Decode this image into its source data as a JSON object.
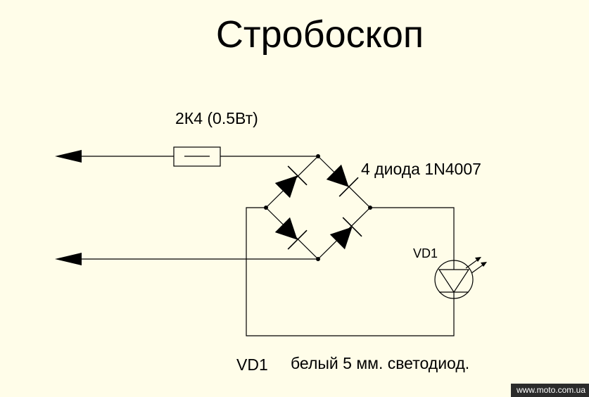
{
  "title": "Стробоскоп",
  "labels": {
    "resistor": "2К4 (0.5Вт)",
    "diodes": "4 диода 1N4007",
    "led": "VD1",
    "note_ref": "VD1",
    "note_text": "белый 5 мм. светодиод."
  },
  "watermark": "www.moto.com.ua",
  "colors": {
    "background": "#fffde9",
    "ink": "#000000",
    "watermark_bg": "#2b2b2b",
    "watermark_text": "#ffffff"
  }
}
